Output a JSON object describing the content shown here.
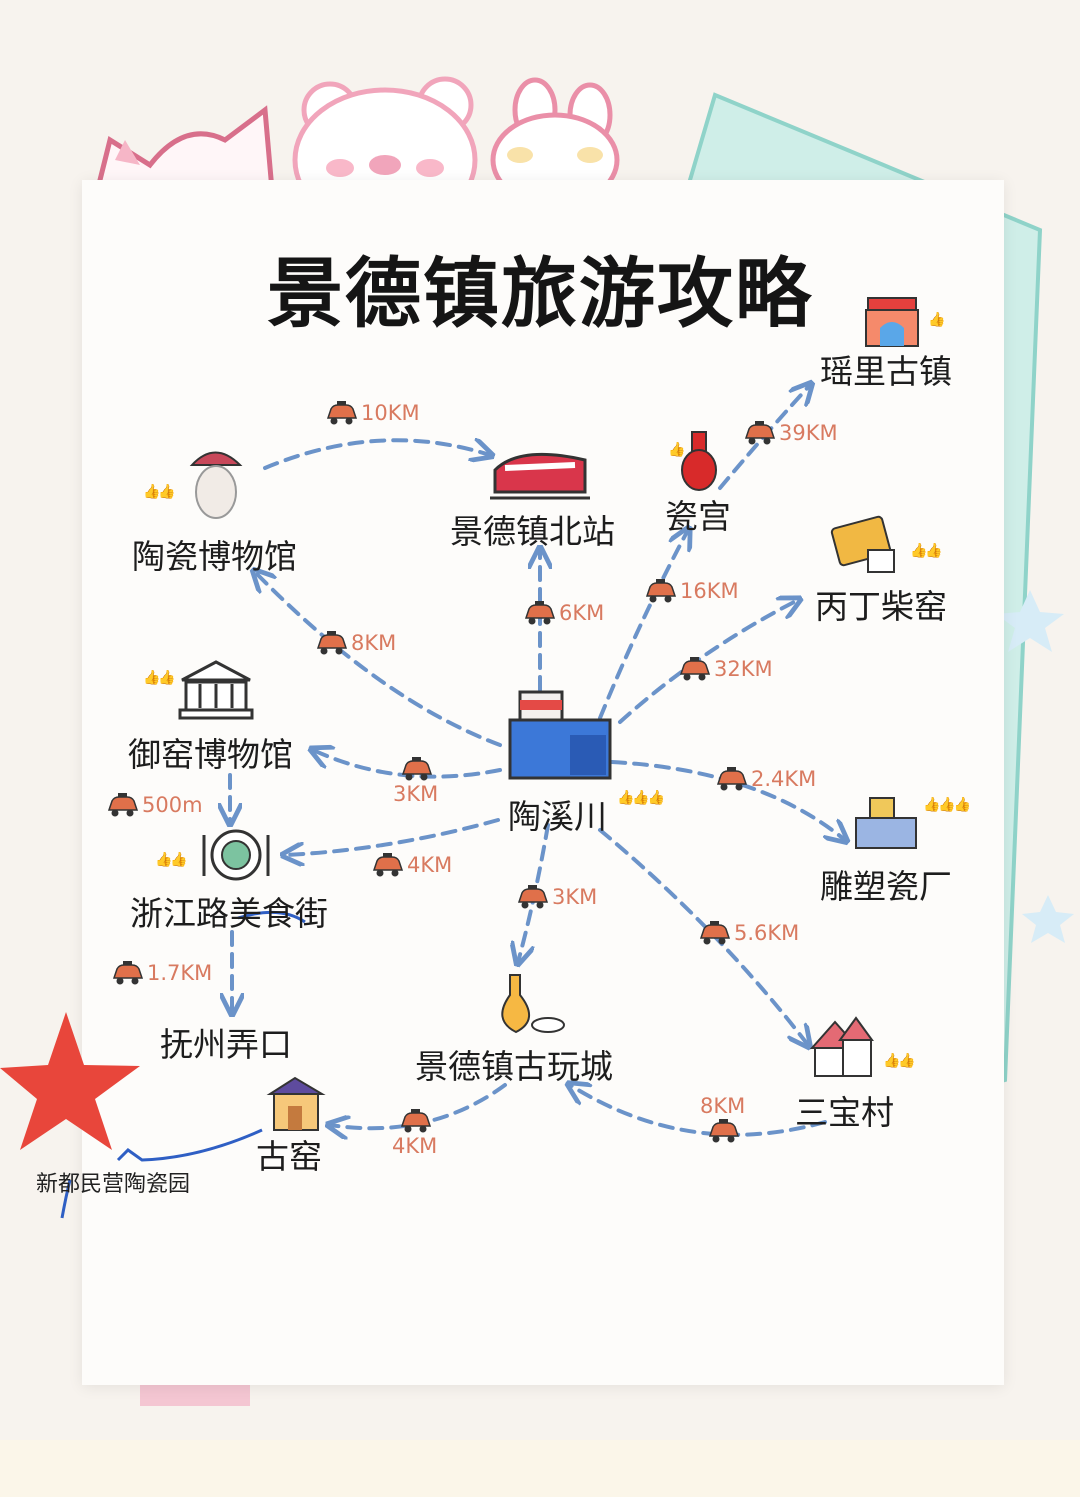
{
  "title": "景德镇旅游攻略",
  "colors": {
    "route_line": "#6b93c9",
    "distance_text": "#d87a60",
    "car": "#e0704a",
    "star_mark": "#e8463b",
    "pen_mark": "#2f5fc4"
  },
  "places": {
    "taoxichuan": "陶溪川",
    "yaoli": "瑶里古镇",
    "cigong": "瓷宫",
    "north_station": "景德镇北站",
    "ceramic_museum": "陶瓷博物馆",
    "bingding_kiln": "丙丁柴窑",
    "imperial_kiln_museum": "御窑博物馆",
    "sculpture_factory": "雕塑瓷厂",
    "zhexi_food_street": "浙江路美食街",
    "fuzhou_alley": "抚州弄口",
    "antique_city": "景德镇古玩城",
    "sanbao_village": "三宝村",
    "ancient_kiln": "古窑"
  },
  "distances": {
    "museum_to_station": "10KM",
    "cigong_to_yaoli": "39KM",
    "to_cigong": "16KM",
    "to_station": "6KM",
    "to_ceramic_museum": "8KM",
    "to_bingding": "32KM",
    "to_imperial_kiln": "3KM",
    "to_sculpture": "2.4KM",
    "imperial_to_food": "500m",
    "to_food_street": "4KM",
    "to_antique_city": "3KM",
    "to_sanbao": "5.6KM",
    "food_to_fuzhou": "1.7KM",
    "sanbao_to_antique": "8KM",
    "antique_to_kiln": "4KM"
  },
  "annotation": "新都民营陶瓷园"
}
